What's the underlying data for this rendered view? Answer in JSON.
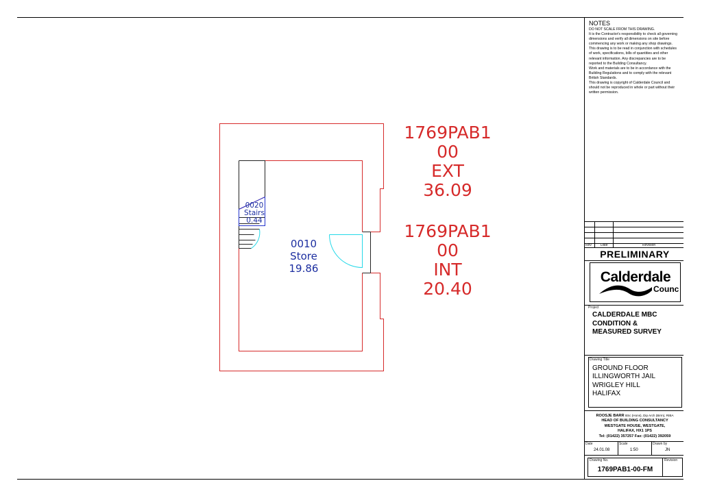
{
  "plan": {
    "ext_label": [
      "1769PAB1",
      "00",
      "EXT",
      "36.09"
    ],
    "int_label": [
      "1769PAB1",
      "00",
      "INT",
      "20.40"
    ],
    "room_label": [
      "0010",
      "Store",
      "19.86"
    ],
    "stairs_label": [
      "0020",
      "Stairs",
      "0.44"
    ],
    "colors": {
      "wall": "#d62a2a",
      "room_text": "#1c2ea0",
      "door": "#22d8e8",
      "stairs_box": "#2233cc",
      "dark": "#222222"
    }
  },
  "notes": {
    "title": "NOTES",
    "lines": [
      "DO NOT SCALE FROM THIS DRAWING.",
      "It is the Contractor's responsibility to check all governing",
      "dimensions and verify all dimensions on site before",
      "commencing any work or making any shop drawings.",
      "This drawing is to be read in conjunction with schedules",
      "of work, specifications, bills of quantities and other",
      "relevant information. Any discrepancies are to be",
      "reported to the Building Consultancy.",
      "Work and materials are to be in accordance with the",
      "Building Regulations and to comply with the relevant",
      "British Standards.",
      "This drawing is copyright of Calderdale Council and",
      "should not be reproduced in whole or part without their",
      "written permission."
    ]
  },
  "revision_table": {
    "col_rev": "Rev",
    "col_date": "Date",
    "col_revision": "Revision"
  },
  "status": "PRELIMINARY",
  "logo": {
    "line1": "Calderdale",
    "line2": "Council"
  },
  "project": {
    "label": "Project",
    "lines": [
      "CALDERDALE MBC",
      "CONDITION &",
      "MEASURED SURVEY"
    ]
  },
  "drawing_title": {
    "label": "Drawing Title",
    "lines": [
      "GROUND FLOOR",
      "ILLINGWORTH JAIL",
      "WRIGLEY HILL",
      "HALIFAX"
    ]
  },
  "consultancy": {
    "name": "ROOSJE BARR",
    "quals": "BSc (Hons), Dip Arch (Birm), RIBA",
    "lines": [
      "HEAD OF BUILDING CONSULTANCY",
      "WESTGATE HOUSE, WESTGATE,",
      "HALIFAX, HX1 1PS",
      "Tel: (01422) 357257   Fax: (01422) 392059"
    ]
  },
  "meta": {
    "date_label": "Date",
    "date_value": "24.01.08",
    "scale_label": "Scale",
    "scale_value": "1:50",
    "drawn_label": "Drawn by",
    "drawn_value": "JN"
  },
  "drawing_no": {
    "label": "Drawing No.",
    "value": "1769PAB1-00-FM",
    "revision_label": "Revision"
  }
}
